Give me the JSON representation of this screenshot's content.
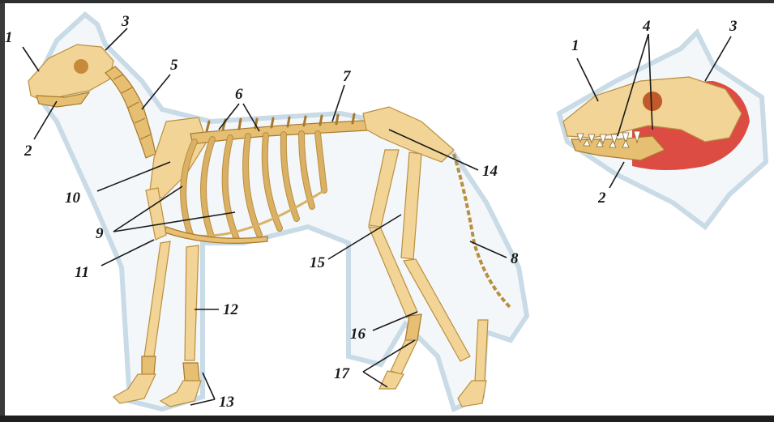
{
  "skeleton_labels": {
    "l1": "1",
    "l2": "2",
    "l3": "3",
    "l5": "5",
    "l6": "6",
    "l7": "7",
    "l8": "8",
    "l9": "9",
    "l10": "10",
    "l11": "11",
    "l12": "12",
    "l13": "13",
    "l14": "14",
    "l15": "15",
    "l16": "16",
    "l17": "17"
  },
  "skull_labels": {
    "l1": "1",
    "l2": "2",
    "l3": "3",
    "l4": "4"
  },
  "colors": {
    "bone": "#f2d497",
    "bone_outline": "#b98f3f",
    "muscle": "#d9382e",
    "body_outline": "#c9dbe6",
    "label": "#1a1a1a"
  }
}
